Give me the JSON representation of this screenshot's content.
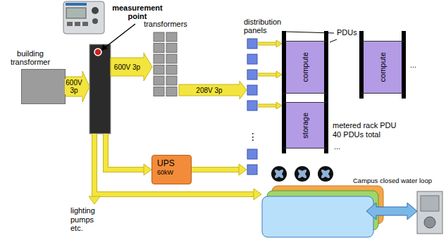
{
  "diagram": {
    "nodes": [
      {
        "text": [
          "building transformer"
        ]
      },
      {
        "text": [
          "measurement point"
        ]
      },
      {
        "text": [
          "transformers"
        ]
      },
      {
        "text": [
          "distribution panels"
        ]
      },
      {
        "text": [
          "compute"
        ]
      },
      {
        "text": [
          "compute"
        ]
      },
      {
        "text": [
          "storage"
        ]
      },
      {
        "text": [
          "UPS",
          "60kW"
        ]
      }
    ],
    "edges": [
      {
        "from": 0,
        "to": 1,
        "arrow": "to",
        "label": "600V 3p"
      },
      {
        "from": 1,
        "to": 2,
        "arrow": "to",
        "label": "600V 3p"
      },
      {
        "from": 2,
        "to": 3,
        "arrow": "to",
        "label": "208V 3p"
      },
      {
        "from": 1,
        "to": 7,
        "arrow": "to"
      },
      {
        "from": 7,
        "to": 3,
        "arrow": "to"
      },
      {
        "from": 3,
        "to": 4,
        "arrow": "to"
      },
      {
        "from": 3,
        "to": 4,
        "arrow": "to"
      },
      {
        "from": 3,
        "to": 6,
        "arrow": "to"
      }
    ],
    "labels": [
      "PDUs",
      "metered rack PDU 40 PDUs total",
      "...",
      "...",
      "⋮",
      "lighting pumps etc.",
      "Campus closed water loop"
    ]
  }
}
